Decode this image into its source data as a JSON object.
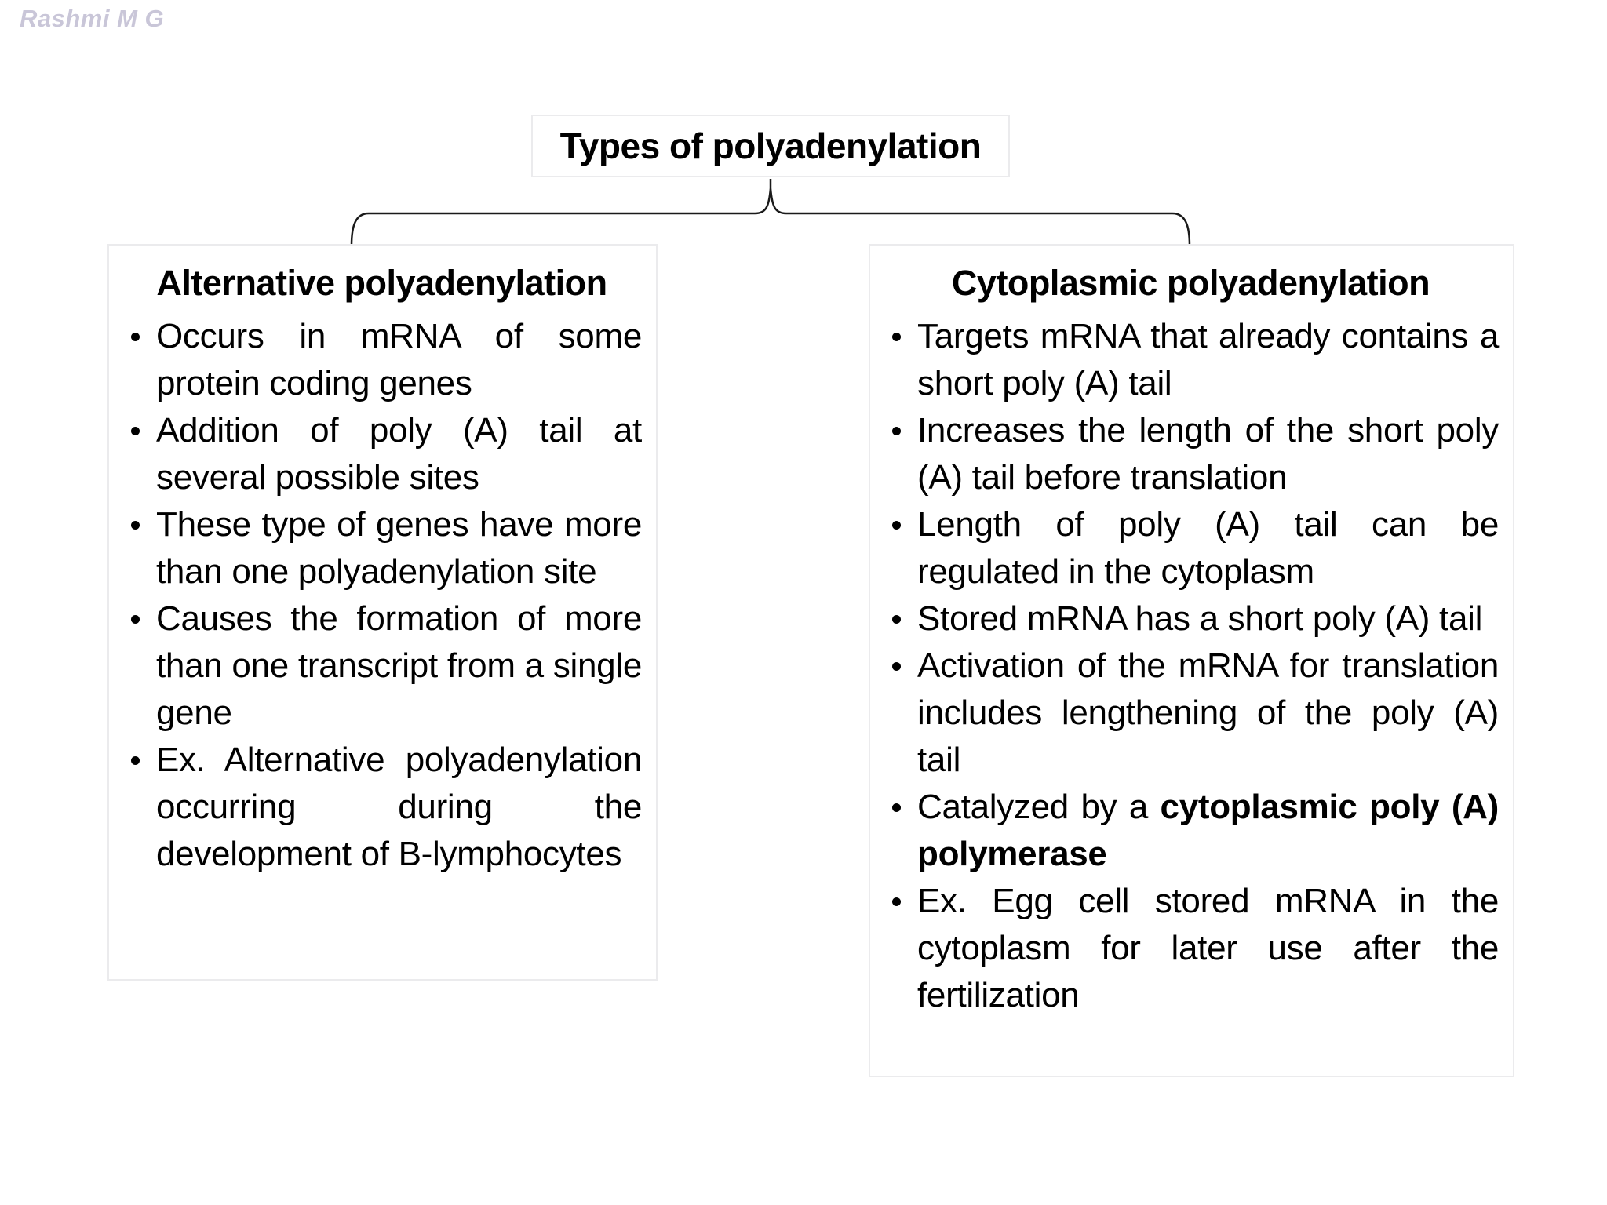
{
  "watermark": "Rashmi M G",
  "title_box": {
    "label": "Types of polyadenylation"
  },
  "left_box": {
    "heading": "Alternative polyadenylation",
    "bullets": [
      "Occurs in mRNA of some protein coding genes",
      "Addition of poly (A) tail at several possible sites",
      "These type of genes have more than one polyadenylation site",
      "Causes the formation of more than one transcript from a single gene",
      "Ex. Alternative polyadenylation occurring during the development of B-lymphocytes"
    ]
  },
  "right_box": {
    "heading": "Cytoplasmic polyadenylation",
    "bullets": [
      "Targets mRNA that already contains a short poly (A) tail",
      "Increases the length of the short poly (A) tail before translation",
      "Length of poly (A) tail can be regulated in the cytoplasm",
      "Stored mRNA has a short poly (A) tail",
      "Activation of the mRNA for translation includes lengthening of the poly (A) tail",
      {
        "pre": "Catalyzed by a ",
        "bold": "cytoplasmic poly (A) polymerase"
      },
      "Ex. Egg cell stored mRNA in the cytoplasm for later use after the fertilization"
    ]
  },
  "colors": {
    "watermark": "#c9c6d8",
    "connector": "#1a1a1a",
    "box_border": "#ebebed",
    "text": "#000000"
  }
}
